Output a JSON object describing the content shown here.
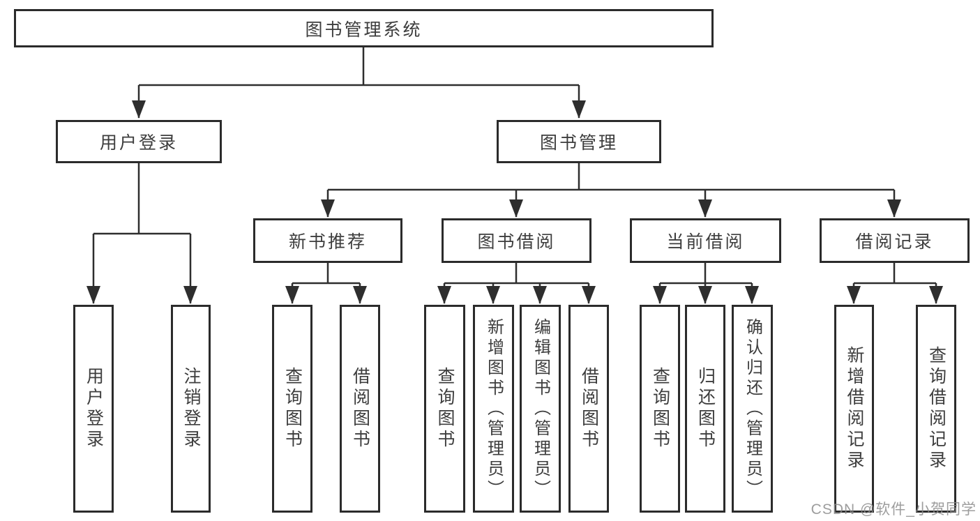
{
  "diagram": {
    "root": {
      "label": "图书管理系统"
    },
    "level2": [
      {
        "label": "用户登录"
      },
      {
        "label": "图书管理"
      }
    ],
    "level3": [
      {
        "label": "新书推荐"
      },
      {
        "label": "图书借阅"
      },
      {
        "label": "当前借阅"
      },
      {
        "label": "借阅记录"
      }
    ],
    "level4": [
      {
        "label": "用户登录"
      },
      {
        "label": "注销登录"
      },
      {
        "label": "查询图书"
      },
      {
        "label": "借阅图书"
      },
      {
        "label": "查询图书"
      },
      {
        "label": "新增图书（管理员）"
      },
      {
        "label": "编辑图书（管理员）"
      },
      {
        "label": "借阅图书"
      },
      {
        "label": "查询图书"
      },
      {
        "label": "归还图书"
      },
      {
        "label": "确认归还（管理员）"
      },
      {
        "label": "新增借阅记录"
      },
      {
        "label": "查询借阅记录"
      }
    ]
  },
  "watermark": {
    "text": "CSDN @软件_小贺同学"
  },
  "colors": {
    "line": "#2e2e2e",
    "box_border": "#2b2b2b",
    "text": "#3d3d3d",
    "watermark": "#8c8c8c",
    "background": "#ffffff"
  }
}
